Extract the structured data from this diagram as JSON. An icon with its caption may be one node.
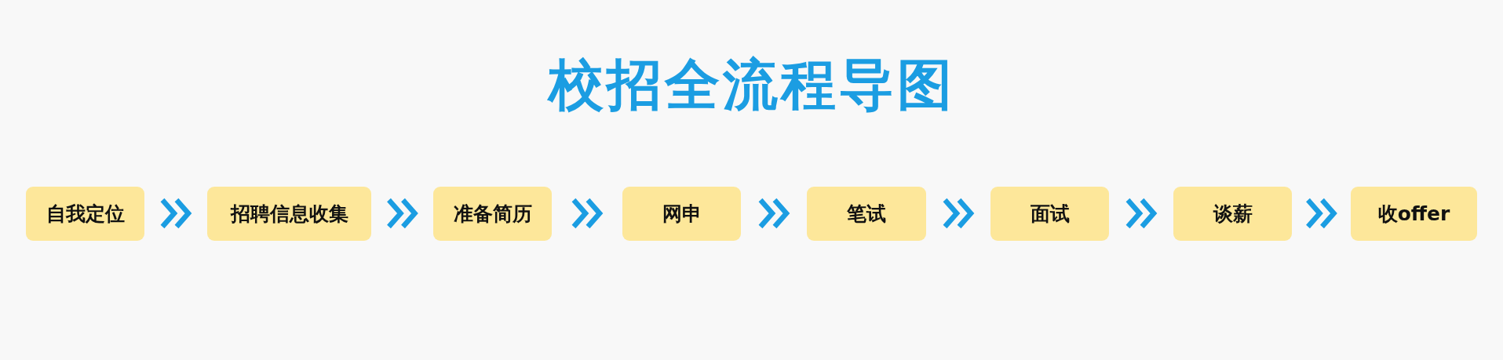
{
  "diagram": {
    "title": "校招全流程导图",
    "nodes": [
      {
        "text": [
          "自我定位"
        ]
      },
      {
        "text": [
          "招聘信息收集"
        ]
      },
      {
        "text": [
          "准备简历"
        ]
      },
      {
        "text": [
          "网申"
        ]
      },
      {
        "text": [
          "笔试"
        ]
      },
      {
        "text": [
          "面试"
        ]
      },
      {
        "text": [
          "谈薪"
        ]
      },
      {
        "text": [
          "收offer"
        ]
      }
    ],
    "edges": [
      {
        "from": 0,
        "to": 1,
        "arrow": "to"
      },
      {
        "from": 1,
        "to": 2,
        "arrow": "to"
      },
      {
        "from": 2,
        "to": 3,
        "arrow": "to"
      },
      {
        "from": 3,
        "to": 4,
        "arrow": "to"
      },
      {
        "from": 4,
        "to": 5,
        "arrow": "to"
      },
      {
        "from": 5,
        "to": 6,
        "arrow": "to"
      },
      {
        "from": 6,
        "to": 7,
        "arrow": "to"
      }
    ]
  }
}
